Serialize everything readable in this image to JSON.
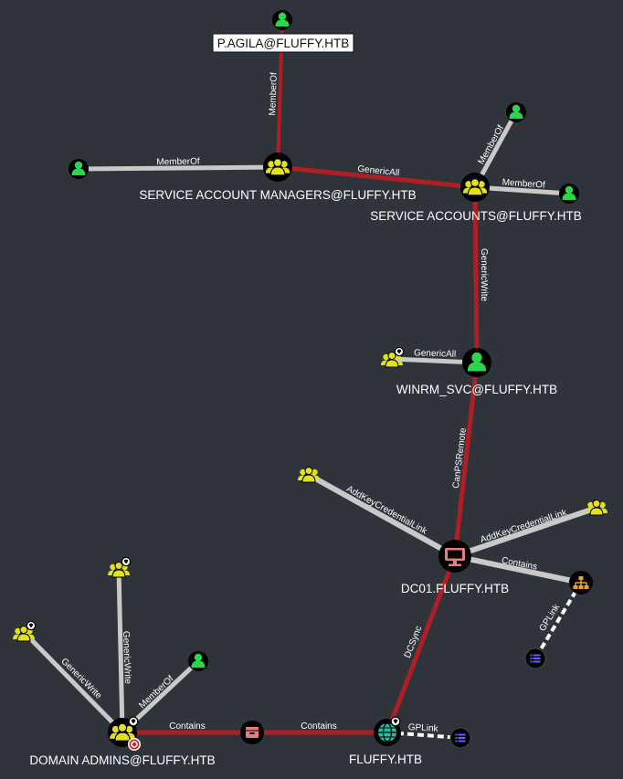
{
  "colors": {
    "background": "#2f343b",
    "edge_normal": "#c9c9c9",
    "edge_path": "#b01e25",
    "edge_dashed": "#ffffff",
    "user_green": "#2bd64b",
    "group_yellow": "#e3e01c",
    "computer_red": "#e87c7c",
    "ou_orange": "#f5a020",
    "domain_teal": "#1bc1a6",
    "gpo_purple": "#6a5cff"
  },
  "nodes": {
    "pagila": {
      "label": "P.AGILA@FLUFFY.HTB",
      "type": "user",
      "icon": "user-icon"
    },
    "sam": {
      "label": "SERVICE ACCOUNT MANAGERS@FLUFFY.HTB",
      "type": "group",
      "icon": "group-icon"
    },
    "sa": {
      "label": "SERVICE ACCOUNTS@FLUFFY.HTB",
      "type": "group",
      "icon": "group-icon"
    },
    "winrm": {
      "label": "WINRM_SVC@FLUFFY.HTB",
      "type": "user",
      "icon": "user-icon"
    },
    "dc01": {
      "label": "DC01.FLUFFY.HTB",
      "type": "computer",
      "icon": "computer-icon"
    },
    "fluffy": {
      "label": "FLUFFY.HTB",
      "type": "domain",
      "icon": "globe-icon"
    },
    "da": {
      "label": "DOMAIN ADMINS@FLUFFY.HTB",
      "type": "group",
      "icon": "group-icon"
    }
  },
  "edges": {
    "pagila_sam": "MemberOf",
    "user_sam": "MemberOf",
    "sam_sa": "GenericAll",
    "user_sa_top": "MemberOf",
    "user_sa_right": "MemberOf",
    "sa_winrm": "GenericWrite",
    "grp_winrm": "GenericAll",
    "winrm_dc01": "CanPSRemote",
    "grp_dc01_left": "AddKeyCredentialLink",
    "grp_dc01_right": "AddKeyCredentialLink",
    "dc01_ou": "Contains",
    "ou_gpo": "GPLink",
    "dc01_fluffy": "DCSync",
    "fluffy_gpo": "GPLink",
    "fluffy_container": "Contains",
    "container_da": "Contains",
    "grp_da_top": "GenericWrite",
    "grp_da_left": "GenericWrite",
    "user_da": "MemberOf"
  }
}
